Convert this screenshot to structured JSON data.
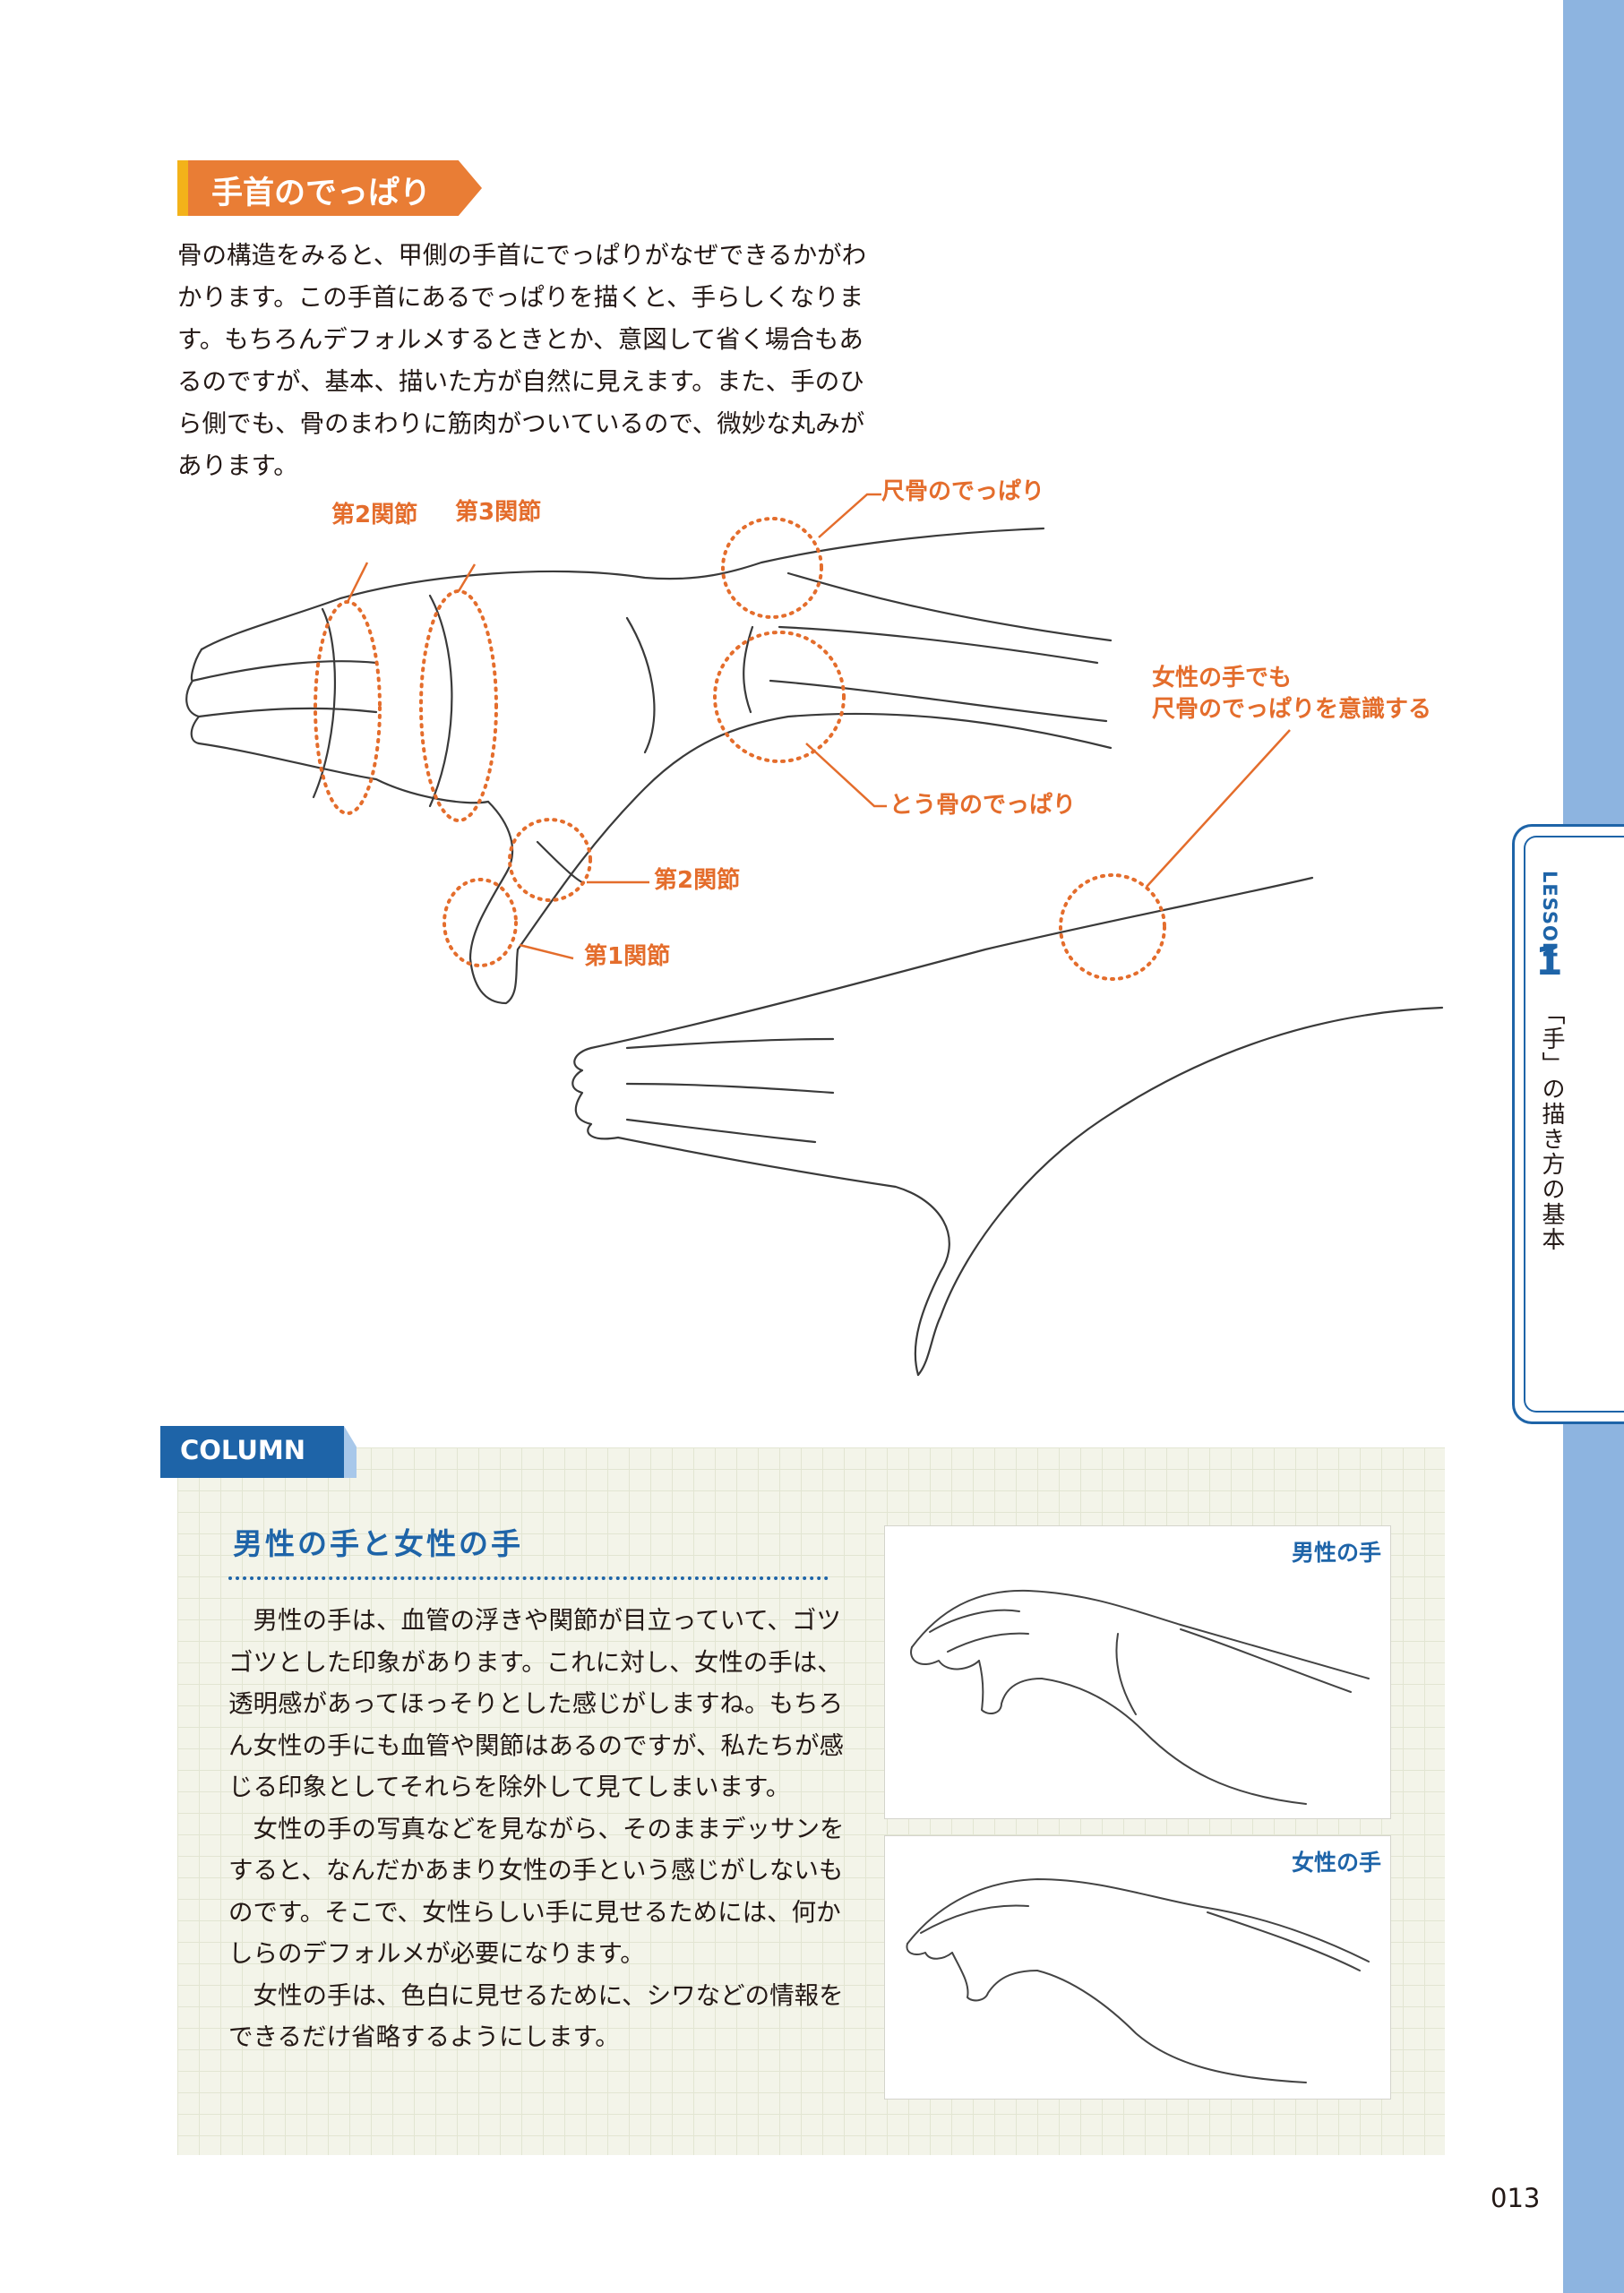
{
  "section": {
    "heading": "手首のでっぱり",
    "intro": "骨の構造をみると、甲側の手首にでっぱりがなぜできるかがわかります。この手首にあるでっぱりを描くと、手らしくなります。もちろんデフォルメするときとか、意図して省く場合もあるのですが、基本、描いた方が自然に見えます。また、手のひら側でも、骨のまわりに筋肉がついているので、微妙な丸みがあります。"
  },
  "illustration": {
    "labels": {
      "joint2_top": "第2関節",
      "joint3_top": "第3関節",
      "ulna_bump": "尺骨のでっぱり",
      "radius_bump": "とう骨のでっぱり",
      "female_note": "女性の手でも\n尺骨のでっぱりを意識する",
      "thumb_joint2": "第2関節",
      "thumb_joint1": "第1関節"
    }
  },
  "side_tab": {
    "lesson_word": "LESSON",
    "lesson_number": "1",
    "lesson_title": "「手」の描き方の基本"
  },
  "column": {
    "tag": "COLUMN",
    "title": "男性の手と女性の手",
    "paragraphs": [
      "男性の手は、血管の浮きや関節が目立っていて、ゴツゴツとした印象があります。これに対し、女性の手は、透明感があってほっそりとした感じがしますね。もちろん女性の手にも血管や関節はあるのですが、私たちが感じる印象としてそれらを除外して見てしまいます。",
      "女性の手の写真などを見ながら、そのままデッサンをすると、なんだかあまり女性の手という感じがしないものです。そこで、女性らしい手に見せるためには、何かしらのデフォルメが必要になります。",
      "女性の手は、色白に見せるために、シワなどの情報をできるだけ省略するようにします。"
    ],
    "male_label": "男性の手",
    "female_label": "女性の手"
  },
  "page_number": "013",
  "colors": {
    "accent_orange": "#e97d35",
    "accent_yellow": "#f3b21a",
    "label_orange": "#e46d2c",
    "accent_blue": "#1e64a8",
    "side_band_blue": "#8db4e0"
  }
}
